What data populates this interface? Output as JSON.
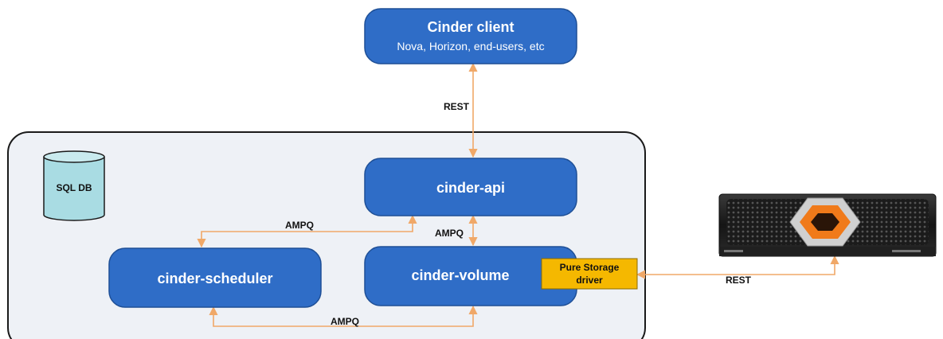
{
  "nodes": {
    "client": {
      "title": "Cinder client",
      "subtitle": "Nova, Horizon, end-users, etc"
    },
    "api": {
      "title": "cinder-api"
    },
    "scheduler": {
      "title": "cinder-scheduler"
    },
    "volume": {
      "title": "cinder-volume"
    },
    "database": {
      "title": "SQL DB"
    },
    "driver": {
      "line1": "Pure Storage",
      "line2": "driver"
    }
  },
  "edges": {
    "client_api": "REST",
    "api_scheduler": "AMPQ",
    "api_volume": "AMPQ",
    "scheduler_volume": "AMPQ",
    "driver_array": "REST"
  },
  "colors": {
    "node_fill": "#2f6dc7",
    "node_stroke": "#1e4f96",
    "arrow": "#f0a868",
    "driver_fill": "#f5b800",
    "container_fill": "#eef1f6",
    "container_stroke": "#1a1a1a",
    "db_fill": "#a9dce3",
    "array_logo": "#f07a1a"
  },
  "icons": [
    "database-cylinder-icon",
    "storage-array-icon",
    "pure-storage-logo-icon"
  ]
}
